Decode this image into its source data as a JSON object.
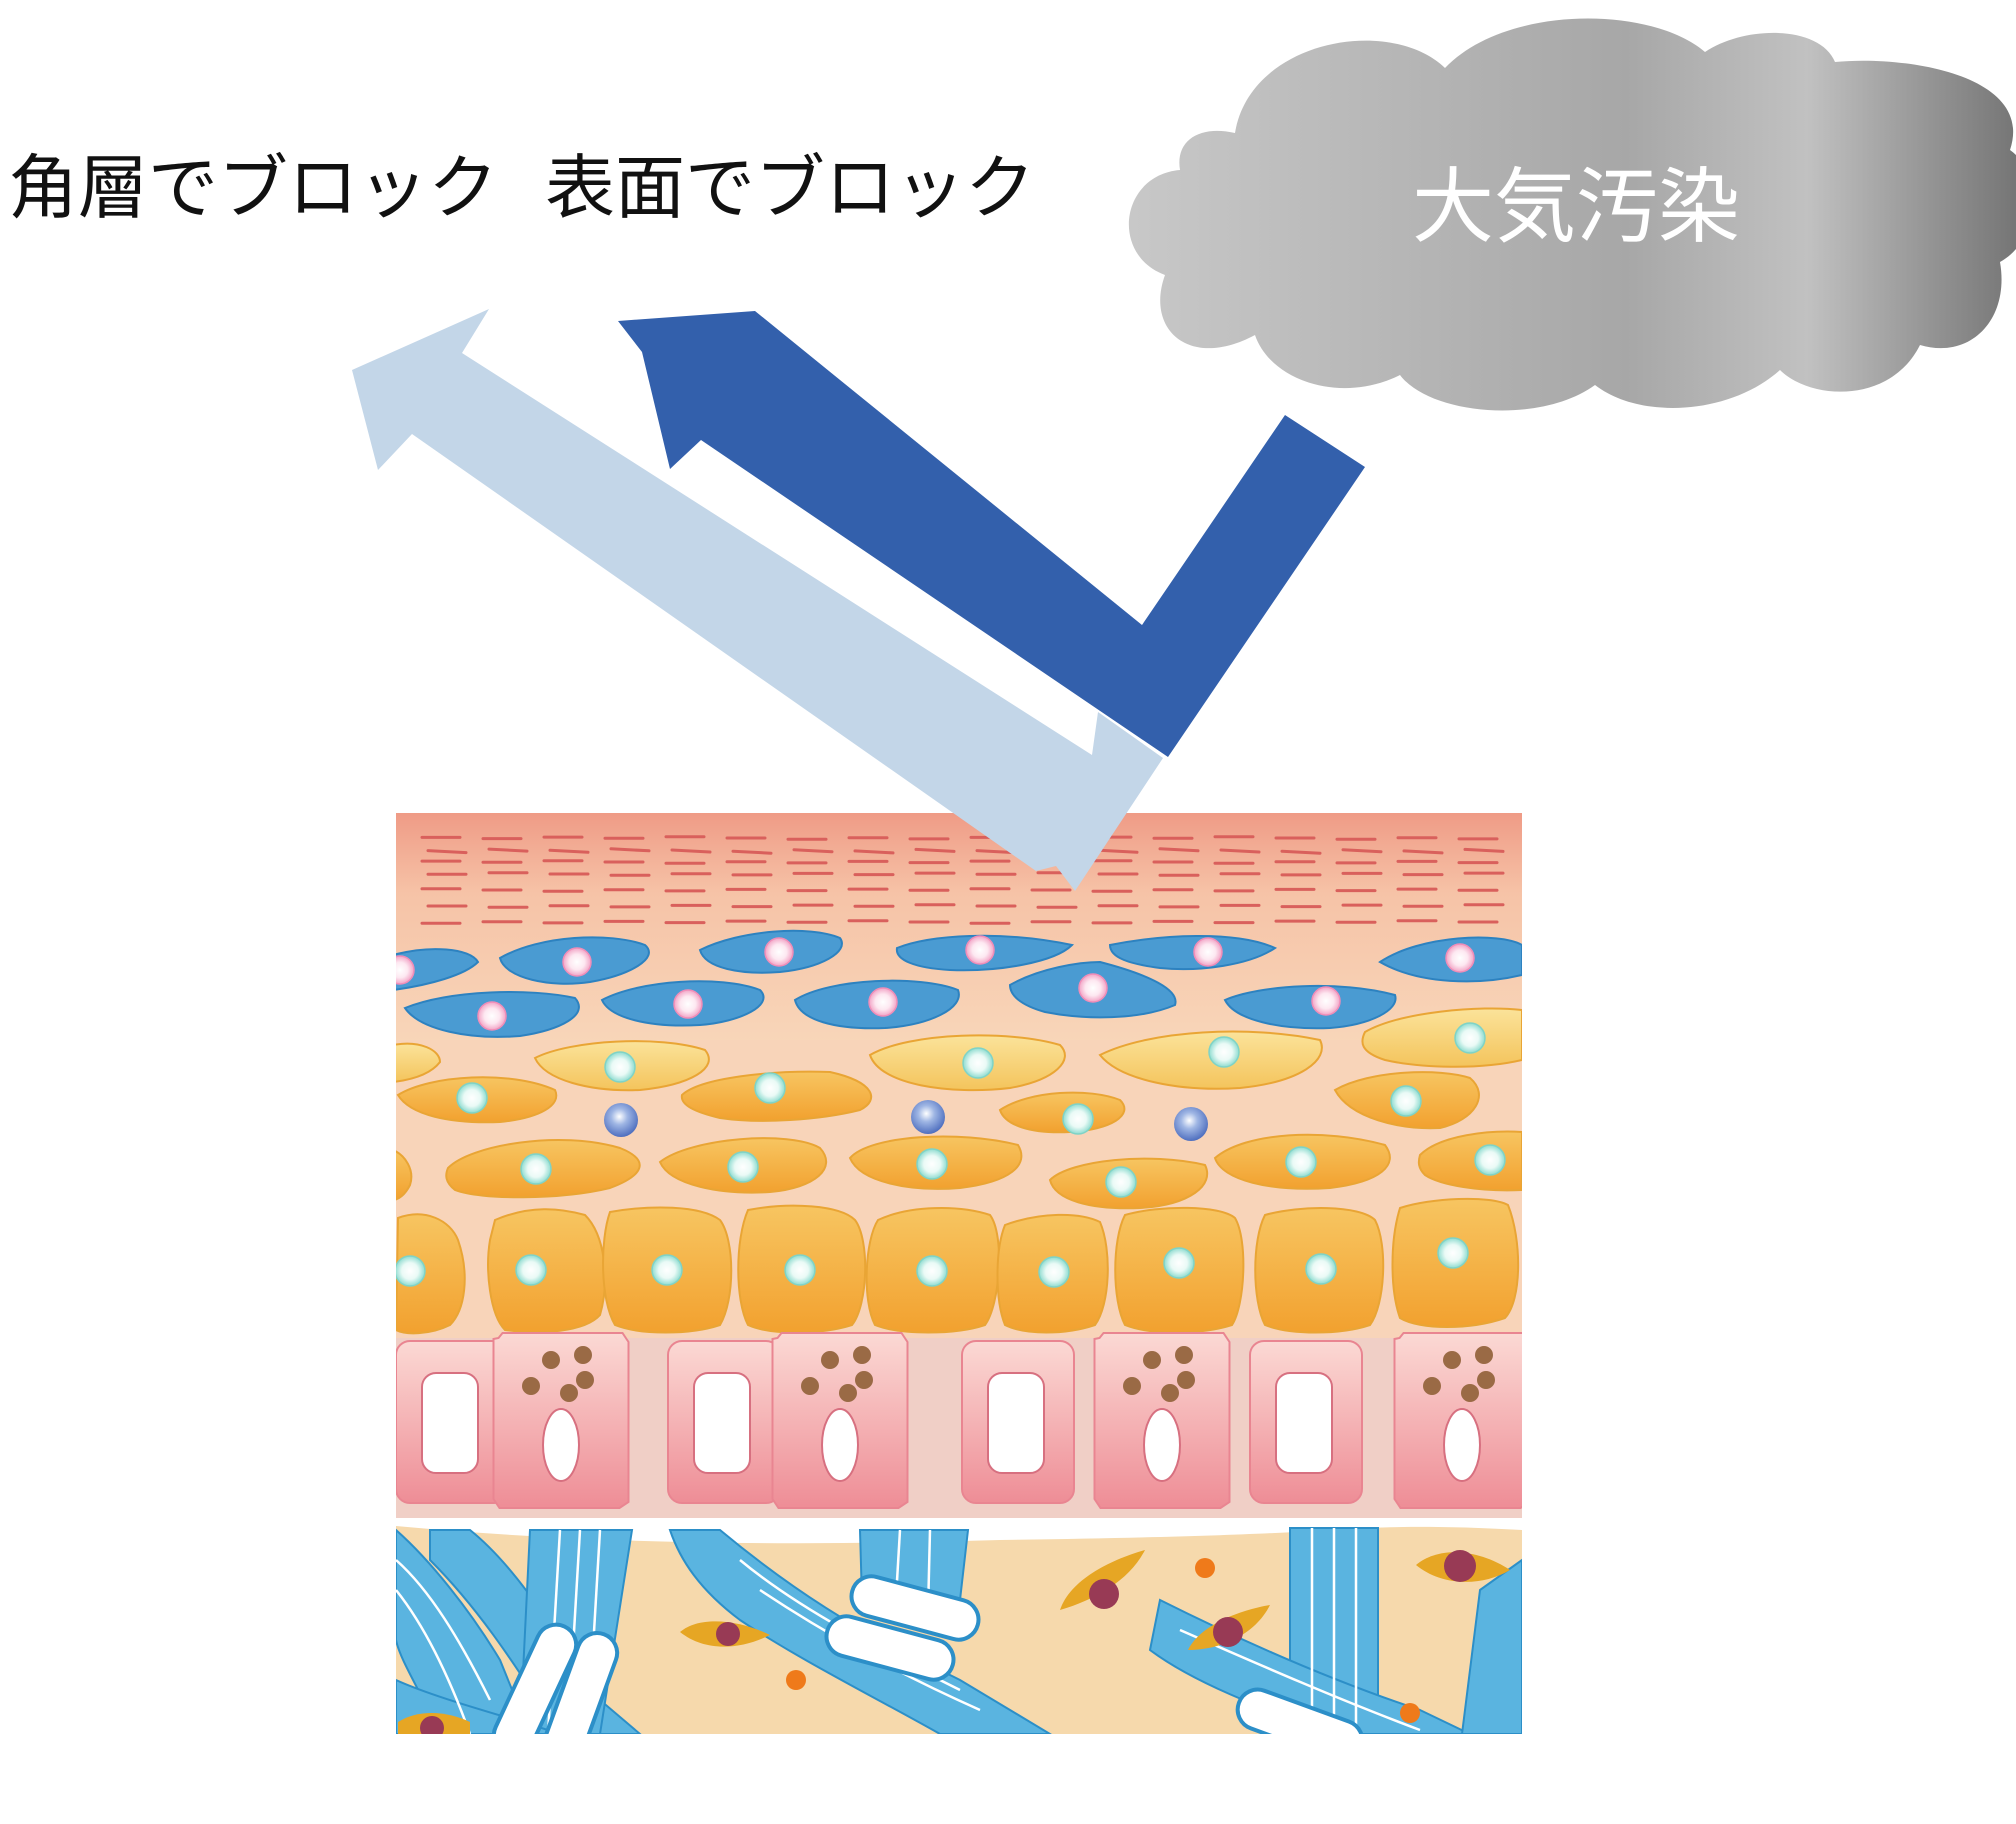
{
  "labels": {
    "stratum_block": "角層でブロック",
    "surface_block": "表面でブロック",
    "pollution": "大気汚染"
  },
  "colors": {
    "stratum_arrow": "#C3D6E8",
    "surface_arrow": "#3360AC",
    "skin_surface": "#EF9C86",
    "spinous_cell": "#4A9BD2",
    "granular_cell": "#F6C75F",
    "basal_cell": "#F3A93A",
    "collagen": "#5AB4E0",
    "dermis": "#F6DAAE"
  },
  "icons": {
    "cloud": "cloud-icon",
    "arrow_stratum": "arrow-icon",
    "arrow_surface": "arrow-icon"
  }
}
